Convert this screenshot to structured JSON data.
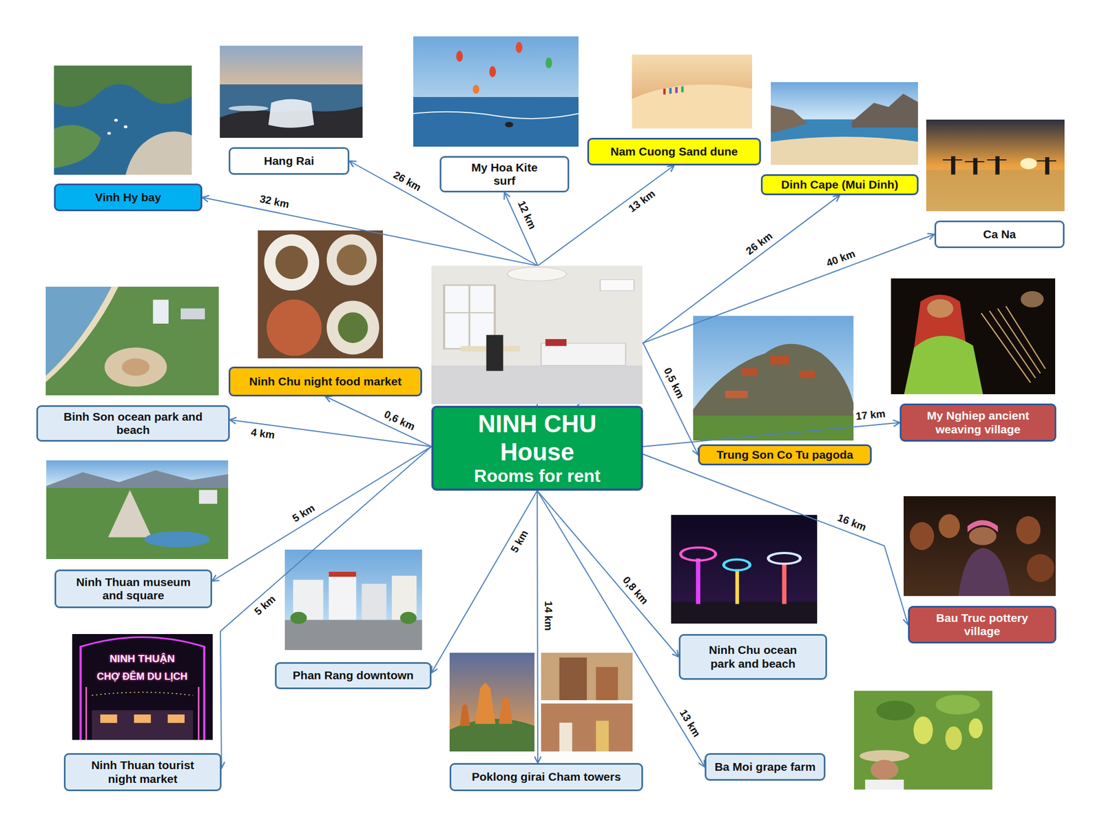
{
  "diagram": {
    "nodes": [
      {
        "text": [
          "Hang Rai"
        ]
      },
      {
        "text": [
          "Vinh Hy bay"
        ]
      },
      {
        "text": [
          "My Hoa Kite surf"
        ]
      },
      {
        "text": [
          "Nam Cuong Sand dune"
        ]
      },
      {
        "text": [
          "Dinh Cape (Mui Dinh)"
        ]
      },
      {
        "text": [
          "Ca Na"
        ]
      },
      {
        "text": [
          "Ninh Chu night food market"
        ]
      },
      {
        "text": [
          "Binh Son ocean park and beach"
        ]
      },
      {
        "text": [
          "NINH CHU House",
          "Rooms for rent"
        ]
      },
      {
        "text": [
          "Trung Son Co Tu pagoda"
        ]
      },
      {
        "text": [
          "My Nghiep ancient weaving village"
        ]
      },
      {
        "text": [
          "Ninh Thuan museum and square"
        ]
      },
      {
        "text": [
          "Bau Truc pottery village"
        ]
      },
      {
        "text": [
          "Phan Rang downtown"
        ]
      },
      {
        "text": [
          "Ninh Chu ocean park and beach"
        ]
      },
      {
        "text": [
          "Ninh Thuan tourist night market"
        ]
      },
      {
        "text": [
          "Poklong girai Cham towers"
        ]
      },
      {
        "text": [
          "Ba Moi grape farm"
        ]
      }
    ],
    "edges": [
      {
        "from": 8,
        "to": 0,
        "arrow": "to",
        "label": "26 km"
      },
      {
        "from": 8,
        "to": 1,
        "arrow": "to",
        "label": "32 km"
      },
      {
        "from": 8,
        "to": 2,
        "arrow": "to",
        "label": "12 km"
      },
      {
        "from": 8,
        "to": 3,
        "arrow": "to",
        "label": "13 km"
      },
      {
        "from": 8,
        "to": 4,
        "arrow": "to",
        "label": "26 km"
      },
      {
        "from": 8,
        "to": 5,
        "arrow": "to",
        "label": "40 km"
      },
      {
        "from": 8,
        "to": 6,
        "arrow": "to",
        "label": "0,6 km"
      },
      {
        "from": 8,
        "to": 7,
        "arrow": "to",
        "label": "4 km"
      },
      {
        "from": 8,
        "to": 9,
        "arrow": "to",
        "label": "0,5 km"
      },
      {
        "from": 8,
        "to": 10,
        "arrow": "to",
        "label": "17 km"
      },
      {
        "from": 8,
        "to": 11,
        "arrow": "to",
        "label": "5 km"
      },
      {
        "from": 8,
        "to": 12,
        "arrow": "to",
        "label": "16 km"
      },
      {
        "from": 8,
        "to": 13,
        "arrow": "to",
        "label": "5 km"
      },
      {
        "from": 8,
        "to": 14,
        "arrow": "to",
        "label": "0,8 km"
      },
      {
        "from": 8,
        "to": 15,
        "arrow": "to",
        "label": "5 km"
      },
      {
        "from": 8,
        "to": 16,
        "arrow": "to",
        "label": "14 km"
      },
      {
        "from": 8,
        "to": 17,
        "arrow": "to",
        "label": "13 km"
      }
    ],
    "labels": [
      "NINH THUẬN",
      "CHỢ ĐÊM DU LỊCH"
    ]
  }
}
